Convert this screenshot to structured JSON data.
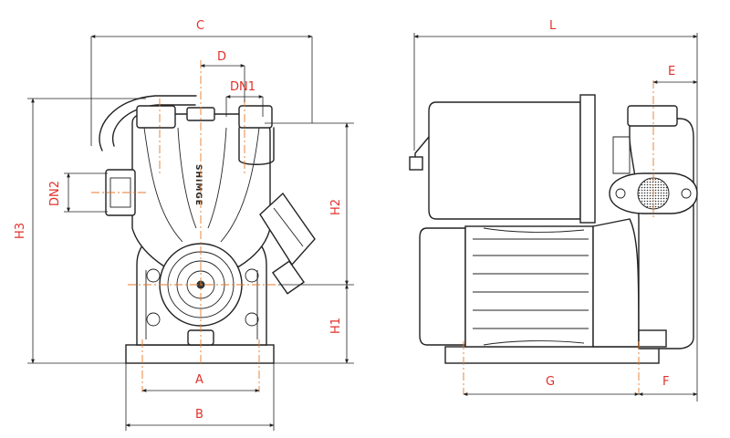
{
  "brand_text": "SHIMGE",
  "dimensions": {
    "front": {
      "c": "C",
      "d": "D",
      "dn1": "DN1",
      "dn2": "DN2",
      "h2": "H2",
      "h3": "H3",
      "h1": "H1",
      "a": "A",
      "b": "B"
    },
    "side": {
      "l": "L",
      "e": "E",
      "g": "G",
      "f": "F"
    }
  },
  "colors": {
    "label": "#e0302a",
    "centerline": "#e87a2a",
    "line": "#222222"
  }
}
